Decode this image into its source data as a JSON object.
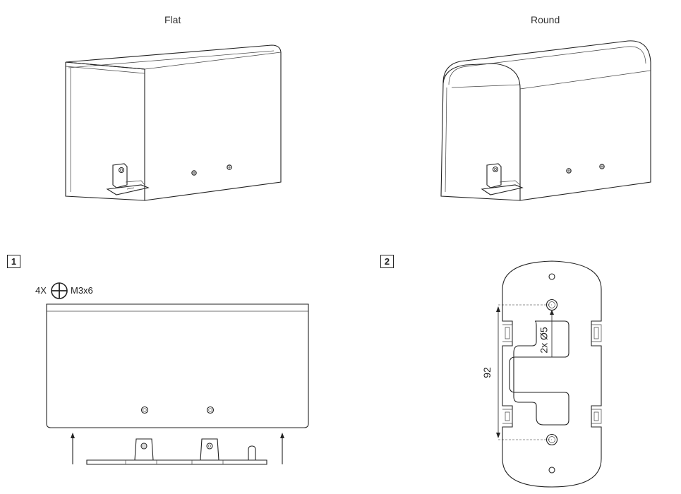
{
  "variants": {
    "flat_label": "Flat",
    "round_label": "Round"
  },
  "steps": {
    "step1": {
      "number": "1",
      "screw_qty": "4X",
      "screw_size": "M3x6"
    },
    "step2": {
      "number": "2",
      "dim_spacing": "92",
      "dim_holes": "2x Ø5"
    }
  },
  "icons": {
    "screwdriver": "phillips-cross-icon",
    "arrow": "up-arrow-icon"
  }
}
